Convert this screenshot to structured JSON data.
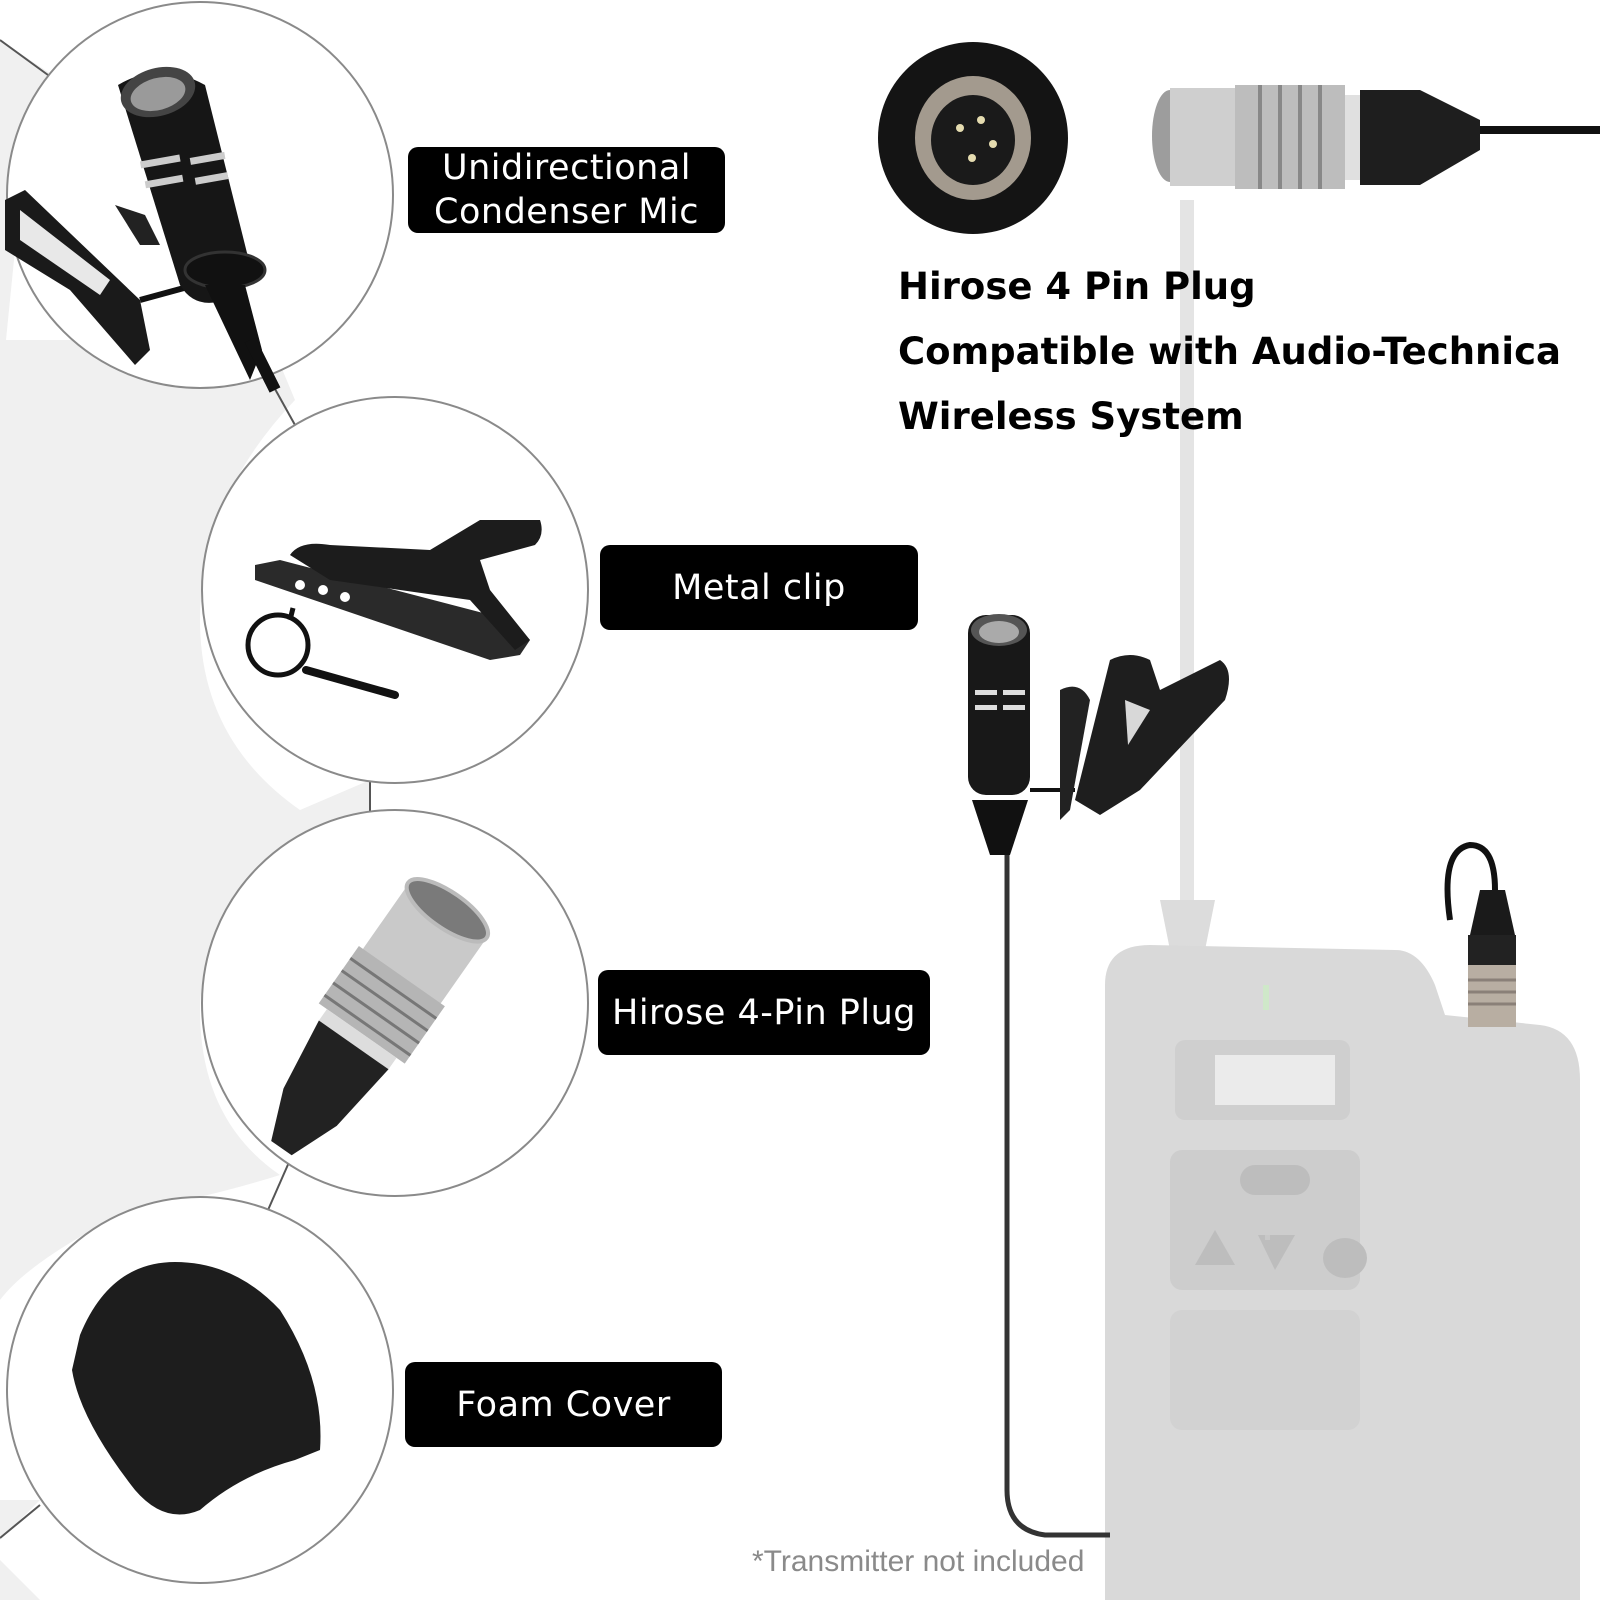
{
  "features": [
    {
      "id": "mic",
      "label": "Unidirectional Condenser Mic",
      "label_lines": [
        "Unidirectional",
        "Condenser Mic"
      ],
      "icon": "lavalier-mic-icon"
    },
    {
      "id": "clip",
      "label": "Metal clip",
      "icon": "tie-clip-icon"
    },
    {
      "id": "plug",
      "label": "Hirose 4-Pin Plug",
      "icon": "hirose-plug-icon"
    },
    {
      "id": "foam",
      "label": "Foam Cover",
      "icon": "foam-windscreen-icon"
    }
  ],
  "connector_heading": {
    "lines": [
      "Hirose 4 Pin Plug",
      "Compatible with Audio-Technica",
      "Wireless System"
    ]
  },
  "footnote": "*Transmitter not included",
  "colors": {
    "label_bg": "#000000",
    "label_text": "#ffffff",
    "panel_gray": "#f0f0f0",
    "footnote_gray": "#8a8a8a",
    "transmitter_gray": "#d8d8d8"
  }
}
